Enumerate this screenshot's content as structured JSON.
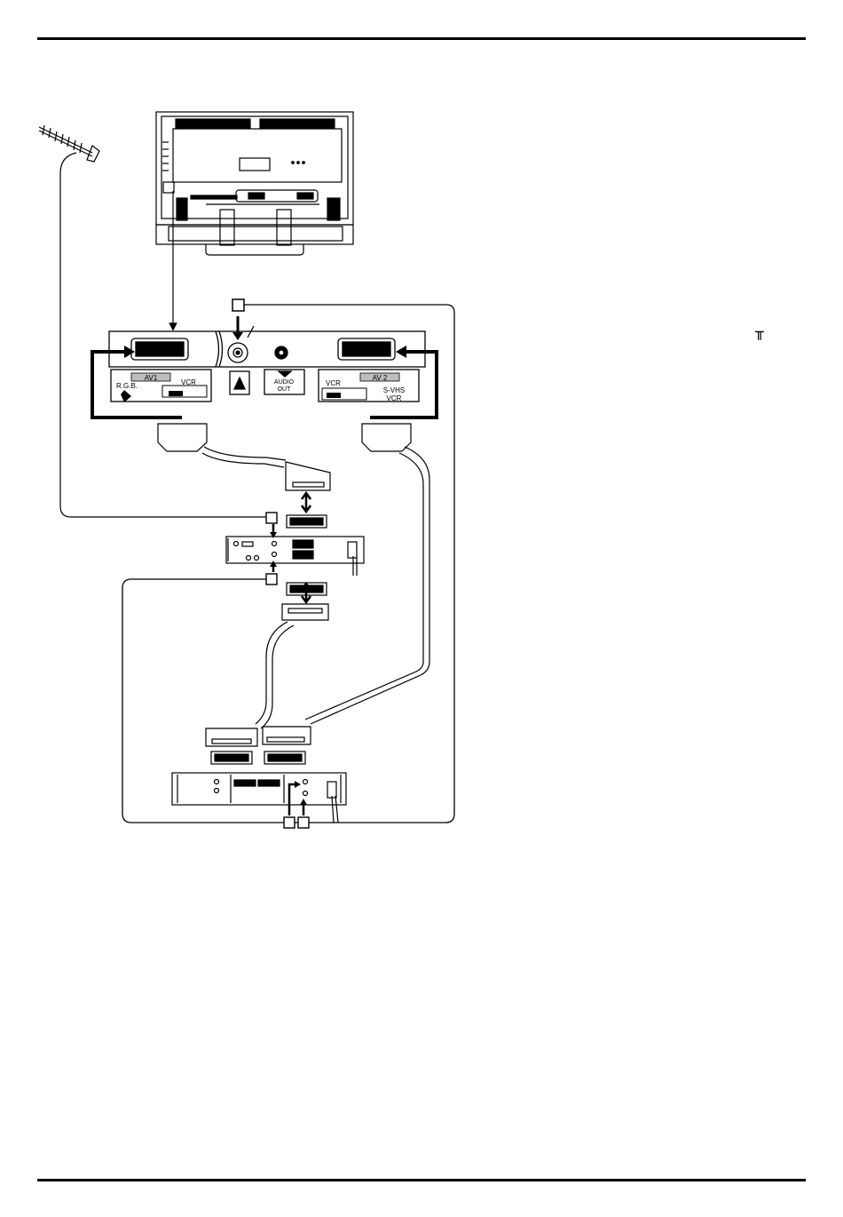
{
  "labels": {
    "av1": "AV1",
    "rgb": "R.G.B.",
    "vcr_left": "VCR",
    "audio_out_line1": "AUDIO",
    "audio_out_line2": "OUT",
    "av2": "AV 2",
    "vcr_right": "VCR",
    "svhs_line1": "S-VHS",
    "svhs_line2": "VCR"
  },
  "icons": {
    "aerial_symbol": "╥"
  },
  "colors": {
    "line": "#000000",
    "background": "#ffffff",
    "label_fill": "#bdbdbd"
  }
}
